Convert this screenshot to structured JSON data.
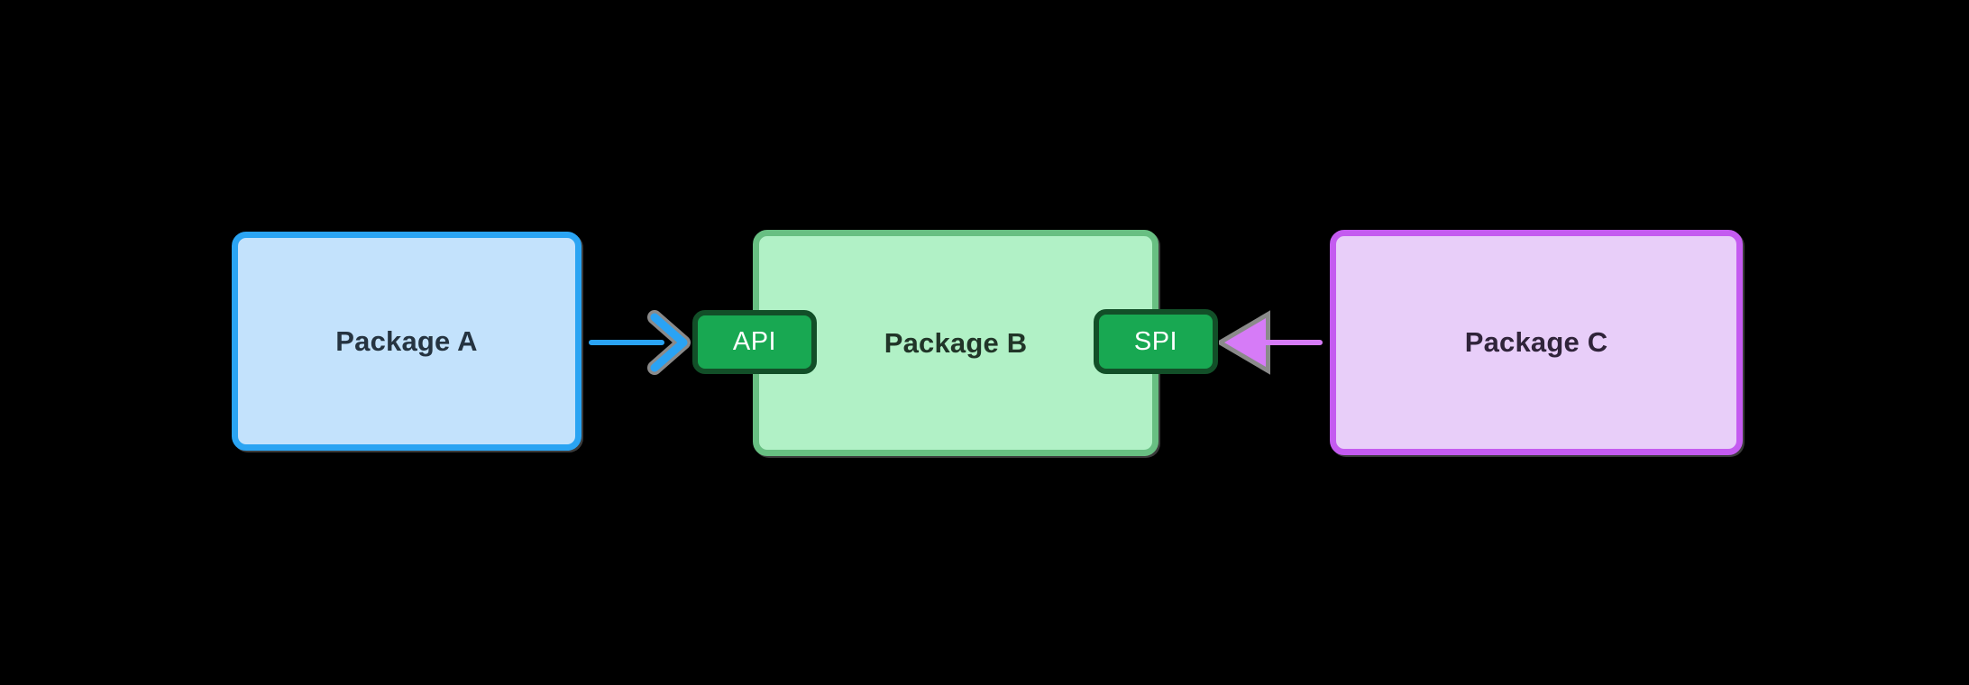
{
  "canvas": {
    "background_color": "#000000",
    "description": "Package dependency diagram: Package A uses the API of Package B; Package C plugs into the SPI of Package B"
  },
  "nodes": [
    {
      "id": "package-a",
      "label": "Package A",
      "fill": "#C3E2FC",
      "border_color": "#2AA4F3",
      "text_color": "#253340"
    },
    {
      "id": "package-b",
      "label": "Package B",
      "fill": "#B1F1C6",
      "border_color": "#68BF82",
      "text_color": "#213528"
    },
    {
      "id": "package-c",
      "label": "Package C",
      "fill": "#E8CEF9",
      "border_color": "#C45BF0",
      "text_color": "#30243A"
    }
  ],
  "badges": [
    {
      "id": "api",
      "label": "API",
      "fill": "#18A852",
      "border_color": "#124F28",
      "text_color": "#FFFFFF"
    },
    {
      "id": "spi",
      "label": "SPI",
      "fill": "#18A852",
      "border_color": "#124F28",
      "text_color": "#FFFFFF"
    }
  ],
  "arrows": [
    {
      "id": "a-to-api",
      "from": "Package A",
      "to": "API",
      "color": "#2AA3F4",
      "head_style": "chevron",
      "direction": "right",
      "halo_color": "#8A8A8A"
    },
    {
      "id": "c-to-spi",
      "from": "Package C",
      "to": "SPI",
      "color": "#D67BF7",
      "head_style": "triangle",
      "direction": "left",
      "halo_color": "#8A8A8A"
    }
  ]
}
